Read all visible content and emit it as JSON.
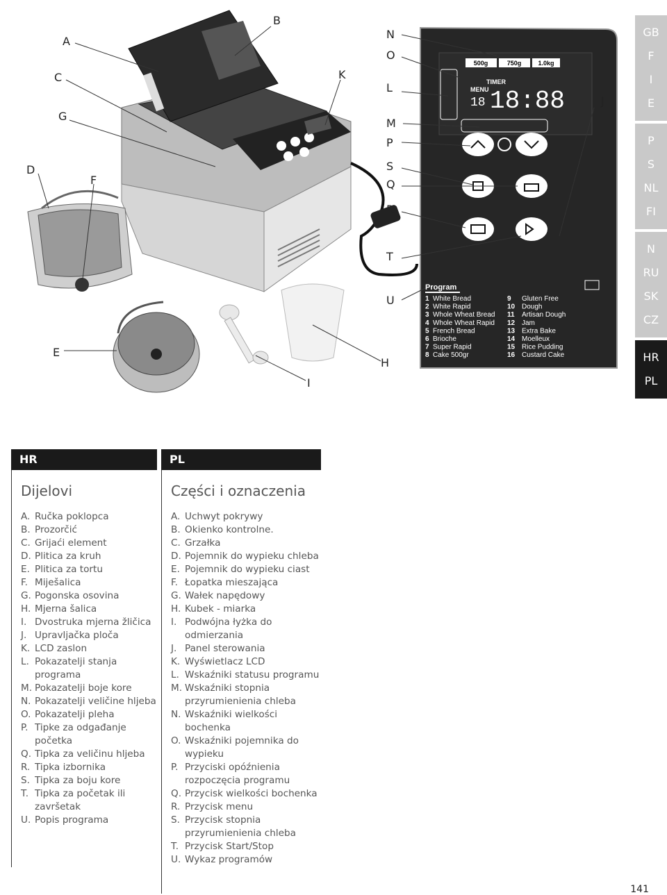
{
  "callouts": [
    "A",
    "B",
    "C",
    "D",
    "E",
    "F",
    "G",
    "H",
    "I",
    "J",
    "K",
    "L",
    "M",
    "N",
    "O",
    "P",
    "Q",
    "R",
    "S",
    "T",
    "U"
  ],
  "panel": {
    "sizes": [
      "500g",
      "750g",
      "1.0kg"
    ],
    "timer_label": "TIMER",
    "menu_label": "MENU",
    "menu_number": "18",
    "time": "18:88",
    "program_heading": "Program",
    "programs": [
      {
        "n": "1",
        "name": "White Bread"
      },
      {
        "n": "2",
        "name": "White Rapid"
      },
      {
        "n": "3",
        "name": "Whole Wheat Bread"
      },
      {
        "n": "4",
        "name": "Whole Wheat Rapid"
      },
      {
        "n": "5",
        "name": "French Bread"
      },
      {
        "n": "6",
        "name": "Brioche"
      },
      {
        "n": "7",
        "name": "Super Rapid"
      },
      {
        "n": "8",
        "name": "Cake 500gr"
      },
      {
        "n": "9",
        "name": "Gluten Free"
      },
      {
        "n": "10",
        "name": "Dough"
      },
      {
        "n": "11",
        "name": "Artisan Dough"
      },
      {
        "n": "12",
        "name": "Jam"
      },
      {
        "n": "13",
        "name": "Extra Bake"
      },
      {
        "n": "14",
        "name": "Moelleux"
      },
      {
        "n": "15",
        "name": "Rice Pudding"
      },
      {
        "n": "16",
        "name": "Custard Cake"
      }
    ]
  },
  "tabs": {
    "groups": [
      {
        "items": [
          "GB",
          "F",
          "I",
          "E"
        ],
        "active": false
      },
      {
        "items": [
          "P",
          "S",
          "NL",
          "FI"
        ],
        "active": false
      },
      {
        "items": [
          "N",
          "RU",
          "SK",
          "CZ"
        ],
        "active": false
      },
      {
        "items": [
          "HR",
          "PL"
        ],
        "active": true
      }
    ]
  },
  "hr": {
    "header": "HR",
    "title": "Dijelovi",
    "items": [
      {
        "l": "A.",
        "t": "Ručka poklopca"
      },
      {
        "l": "B.",
        "t": "Prozorčić"
      },
      {
        "l": "C.",
        "t": "Grijaći element"
      },
      {
        "l": "D.",
        "t": "Plitica za kruh"
      },
      {
        "l": "E.",
        "t": "Plitica za tortu"
      },
      {
        "l": "F.",
        "t": "Miješalica"
      },
      {
        "l": "G.",
        "t": "Pogonska osovina"
      },
      {
        "l": "H.",
        "t": "Mjerna šalica"
      },
      {
        "l": "I.",
        "t": "Dvostruka mjerna žličica"
      },
      {
        "l": "J.",
        "t": "Upravljačka ploča"
      },
      {
        "l": "K.",
        "t": "LCD zaslon"
      },
      {
        "l": "L.",
        "t": "Pokazatelji stanja programa"
      },
      {
        "l": "M.",
        "t": "Pokazatelji boje kore"
      },
      {
        "l": "N.",
        "t": "Pokazatelji veličine hljeba"
      },
      {
        "l": "O.",
        "t": "Pokazatelji pleha"
      },
      {
        "l": "P.",
        "t": "Tipke za odgađanje početka"
      },
      {
        "l": "Q.",
        "t": "Tipka za veličinu hljeba"
      },
      {
        "l": "R.",
        "t": "Tipka izbornika"
      },
      {
        "l": "S.",
        "t": "Tipka za boju kore"
      },
      {
        "l": "T.",
        "t": "Tipka za početak ili završetak"
      },
      {
        "l": "U.",
        "t": "Popis programa"
      }
    ]
  },
  "pl": {
    "header": "PL",
    "title": "Części i oznaczenia",
    "items": [
      {
        "l": "A.",
        "t": "Uchwyt pokrywy"
      },
      {
        "l": "B.",
        "t": "Okienko kontrolne."
      },
      {
        "l": "C.",
        "t": "Grzałka"
      },
      {
        "l": "D.",
        "t": "Pojemnik do wypieku chleba"
      },
      {
        "l": "E.",
        "t": "Pojemnik do wypieku ciast"
      },
      {
        "l": "F.",
        "t": "Łopatka mieszająca"
      },
      {
        "l": "G.",
        "t": "Wałek napędowy"
      },
      {
        "l": "H.",
        "t": "Kubek - miarka"
      },
      {
        "l": "I.",
        "t": "Podwójna łyżka do odmierzania"
      },
      {
        "l": "J.",
        "t": "Panel sterowania"
      },
      {
        "l": "K.",
        "t": "Wyświetlacz LCD"
      },
      {
        "l": "L.",
        "t": "Wskaźniki statusu programu"
      },
      {
        "l": "M.",
        "t": "Wskaźniki stopnia przyrumienienia chleba"
      },
      {
        "l": "N.",
        "t": "Wskaźniki wielkości bochenka"
      },
      {
        "l": "O.",
        "t": "Wskaźniki pojemnika do wypieku"
      },
      {
        "l": "P.",
        "t": "Przyciski opóźnienia rozpoczęcia programu"
      },
      {
        "l": "Q.",
        "t": "Przycisk wielkości bochenka"
      },
      {
        "l": "R.",
        "t": "Przycisk menu"
      },
      {
        "l": "S.",
        "t": "Przycisk stopnia przyrumienienia chleba"
      },
      {
        "l": "T.",
        "t": "Przycisk Start/Stop"
      },
      {
        "l": "U.",
        "t": "Wykaz programów"
      }
    ]
  },
  "page_number": "141"
}
